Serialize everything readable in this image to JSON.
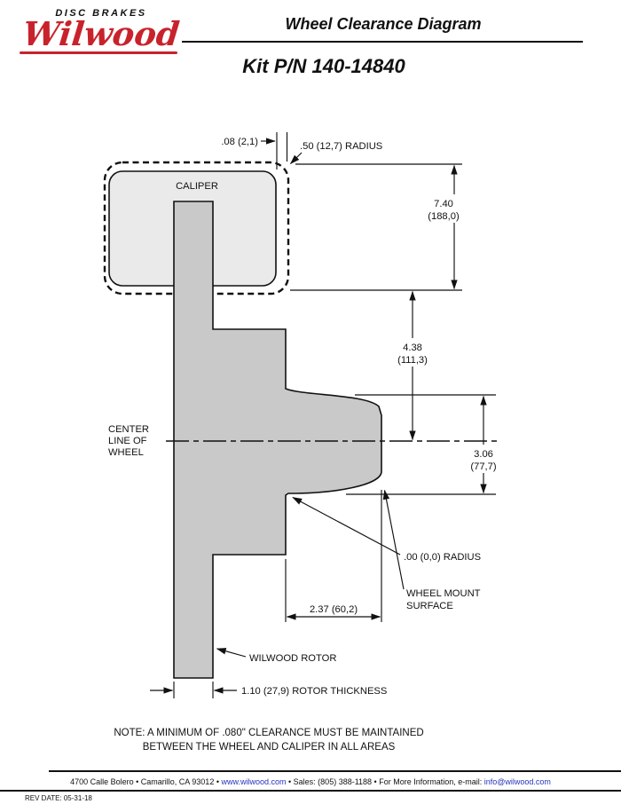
{
  "header": {
    "logo": {
      "tagline": "DISC BRAKES",
      "brand": "Wilwood"
    },
    "title": "Wheel Clearance Diagram",
    "kit": "Kit P/N 140-14840"
  },
  "diagram": {
    "caliper_label": "CALIPER",
    "centerline": {
      "line1": "CENTER",
      "line2": "LINE OF",
      "line3": "WHEEL"
    },
    "dims": {
      "clearance": ".08 (2,1)",
      "corner_radius": ".50 (12,7) RADIUS",
      "height_740_in": "7.40",
      "height_740_mm": "(188,0)",
      "height_438_in": "4.38",
      "height_438_mm": "(111,3)",
      "height_306_in": "3.06",
      "height_306_mm": "(77,7)",
      "mount_radius": ".00 (0,0) RADIUS",
      "offset_237": "2.37 (60,2)",
      "rotor_thickness": "1.10 (27,9) ROTOR THICKNESS"
    },
    "labels": {
      "wheel_mount_1": "WHEEL MOUNT",
      "wheel_mount_2": "SURFACE",
      "rotor": "WILWOOD ROTOR"
    },
    "note_line1": "NOTE: A MINIMUM OF .080\" CLEARANCE MUST BE MAINTAINED",
    "note_line2": "BETWEEN THE WHEEL AND CALIPER IN ALL AREAS"
  },
  "footer": {
    "address_part1": "4700 Calle Bolero • Camarillo, CA 93012 • ",
    "link1": "www.wilwood.com",
    "address_part2": " • Sales: (805) 388-1188 • For More Information, e-mail: ",
    "link2": "info@wilwood.com",
    "rev_date": "REV DATE:  05-31-18"
  },
  "colors": {
    "brand_red": "#c8232c",
    "link_blue": "#2233bb",
    "caliper_fill": "#eaeaea",
    "rotor_fill": "#c9c9c9"
  }
}
